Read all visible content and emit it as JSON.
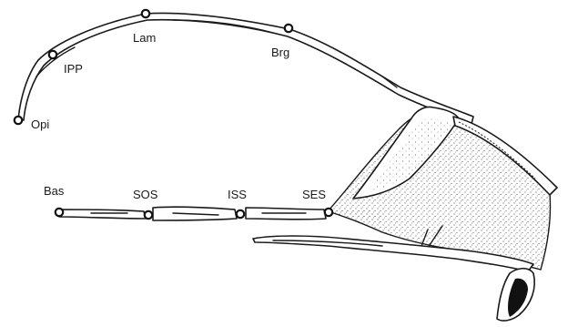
{
  "landmarks": {
    "opi": {
      "label": "Opi"
    },
    "ipp": {
      "label": "IPP"
    },
    "lam": {
      "label": "Lam"
    },
    "brg": {
      "label": "Brg"
    },
    "bas": {
      "label": "Bas"
    },
    "sos": {
      "label": "SOS"
    },
    "iss": {
      "label": "ISS"
    },
    "ses": {
      "label": "SES"
    }
  },
  "colors": {
    "ink": "#1a1a1a",
    "background": "#ffffff",
    "stipple": "#2a2a2a"
  }
}
